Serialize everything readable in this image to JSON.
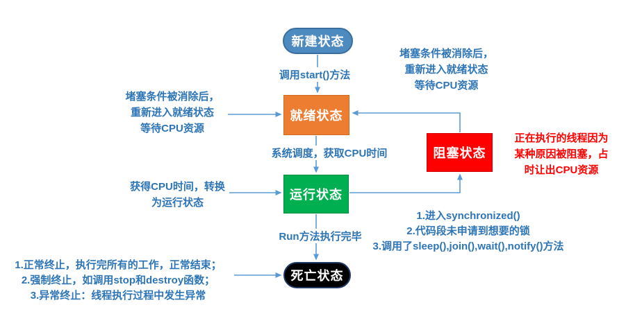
{
  "colors": {
    "node_new_fill": "#4d8ac0",
    "node_ready_fill": "#ed7d31",
    "node_running_fill": "#00b050",
    "node_blocked_fill": "#ff0000",
    "node_dead_fill": "#000000",
    "annotation_blue": "#2e75b6",
    "annotation_red": "#ff0000",
    "connector_blue": "#5b9bd5"
  },
  "nodes": {
    "new": {
      "label": "新建状态"
    },
    "ready": {
      "label": "就绪状态"
    },
    "running": {
      "label": "运行状态"
    },
    "blocked": {
      "label": "阻塞状态"
    },
    "dead": {
      "label": "死亡状态"
    }
  },
  "edge_labels": {
    "start_method": "调用start()方法",
    "system_schedule": "系统调度，获取CPU时间",
    "run_complete": "Run方法执行完毕"
  },
  "annotations": {
    "unblock_left": [
      "堵塞条件被消除后，",
      "重新进入就绪状态",
      "等待CPU资源"
    ],
    "unblock_top_right": [
      "堵塞条件被消除后，",
      "重新进入就绪状态",
      "等待CPU资源"
    ],
    "get_cpu": [
      "获得CPU时间，转换",
      "为运行状态"
    ],
    "blocked_reason": [
      "正在执行的线程因为",
      "某种原因被阻塞，占",
      "时让出CPU资源"
    ],
    "block_causes": [
      "1.进入synchronized()",
      "2.代码段未申请到想要的锁",
      "3.调用了sleep(),join(),wait(),notify()方法"
    ],
    "terminate_causes": [
      "1.正常终止，执行完所有的工作，正常结束；",
      "2.强制终止，如调用stop和destroy函数；",
      "3.异常终止：线程执行过程中发生异常"
    ]
  }
}
